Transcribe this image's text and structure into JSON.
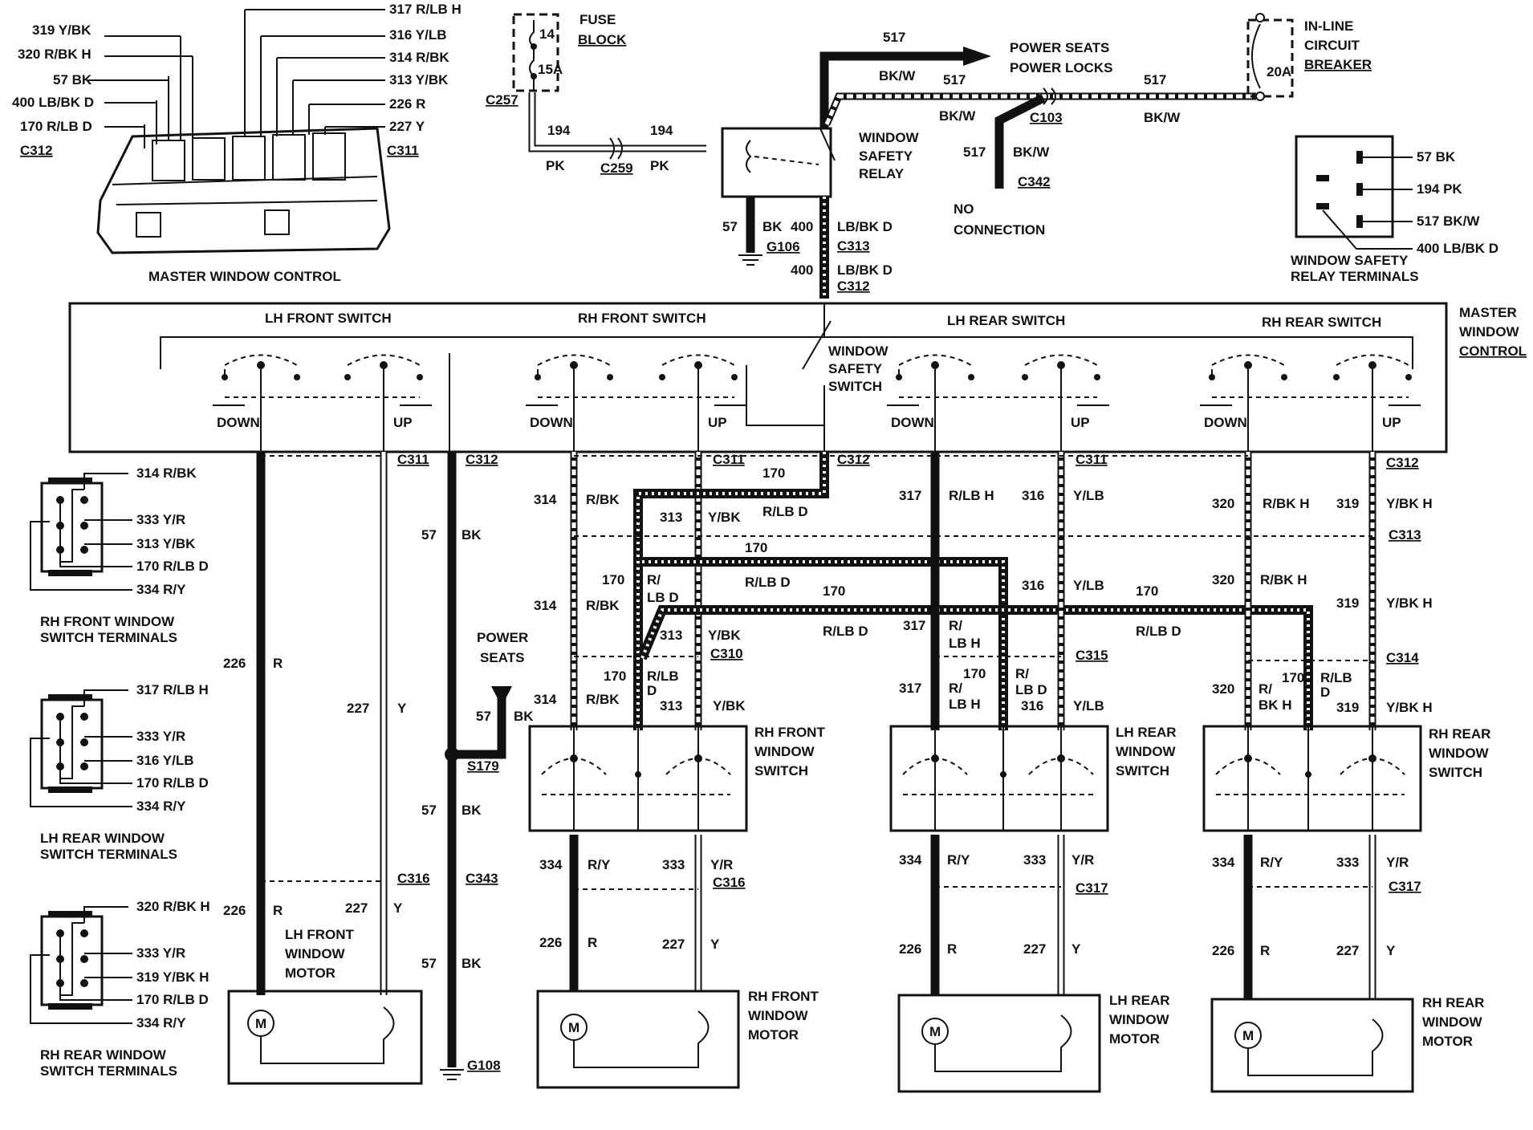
{
  "master_window_control": {
    "title": "MASTER WINDOW CONTROL",
    "left_labels": [
      "319 Y/BK",
      "320 R/BK H",
      "57 BK",
      "400 LB/BK D",
      "170 R/LB D",
      "C312"
    ],
    "right_labels": [
      "317 R/LB H",
      "316 Y/LB",
      "314 R/BK",
      "313 Y/BK",
      "226 R",
      "227 Y",
      "C311"
    ]
  },
  "fuse_block": {
    "title_line1": "FUSE",
    "title_line2": "BLOCK",
    "fuse_number": "14",
    "fuse_rating": "15A",
    "connector": "C257"
  },
  "top_wiring": {
    "c257_circuit": "194",
    "c257_color": "PK",
    "c259": "C259",
    "c259_circuit": "194",
    "c259_color": "PK",
    "relay_line1": "WINDOW",
    "relay_line2": "SAFETY",
    "relay_line3": "RELAY",
    "circuit_517a": "517",
    "bkw_a": "BK/W",
    "power_seats": "POWER SEATS",
    "power_locks": "POWER LOCKS",
    "circuit_517b": "517",
    "bkw_b": "BK/W",
    "c103": "C103",
    "circuit_517c": "517",
    "bkw_c": "BK/W",
    "circuit_517d": "517",
    "bkw_d": "BK/W",
    "c342": "C342",
    "no_connection_1": "NO",
    "no_connection_2": "CONNECTION",
    "ground_circuit": "57",
    "ground_color": "BK",
    "g106": "G106",
    "c313_circuit": "400",
    "c313_color": "LB/BK D",
    "c313": "C313",
    "c312_circuit": "400",
    "c312_color": "LB/BK D",
    "c312": "C312"
  },
  "circuit_breaker": {
    "line1": "IN-LINE",
    "line2": "CIRCUIT",
    "line3": "BREAKER",
    "rating": "20A"
  },
  "relay_terminals": {
    "caption_line1": "WINDOW SAFETY",
    "caption_line2": "RELAY TERMINALS",
    "labels": [
      "57 BK",
      "194 PK",
      "517 BK/W",
      "400 LB/BK D"
    ]
  },
  "master_box": {
    "lh_front": "LH FRONT SWITCH",
    "rh_front": "RH FRONT SWITCH",
    "lh_rear": "LH REAR SWITCH",
    "rh_rear": "RH REAR SWITCH",
    "safety_line1": "WINDOW",
    "safety_line2": "SAFETY",
    "safety_line3": "SWITCH",
    "title_line1": "MASTER",
    "title_line2": "WINDOW",
    "title_line3": "CONTROL",
    "down": "DOWN",
    "up": "UP"
  },
  "connectors": {
    "c311": "C311",
    "c312": "C312",
    "c313": "C313",
    "c310": "C310",
    "c315": "C315",
    "c314": "C314",
    "c316": "C316",
    "c317": "C317",
    "c343": "C343",
    "s179": "S179",
    "g108": "G108"
  },
  "wires": {
    "w226": "226",
    "r": "R",
    "w227": "227",
    "y": "Y",
    "w57": "57",
    "bk": "BK",
    "w314": "314",
    "rbk": "R/BK",
    "w313": "313",
    "ybk": "Y/BK",
    "w170": "170",
    "rlbd": "R/LB D",
    "r_slash": "R/",
    "lb_d": "LB D",
    "lb_h": "LB H",
    "w317": "317",
    "rlbh": "R/LB H",
    "w316": "316",
    "ylb": "Y/LB",
    "w320": "320",
    "rbkh": "R/BK H",
    "w319": "319",
    "ybkh": "Y/BK H",
    "bk_h": "BK H",
    "rlb": "R/LB",
    "d": "D",
    "w334": "334",
    "ry": "R/Y",
    "w333": "333",
    "yr": "Y/R",
    "power_seats_1": "POWER",
    "power_seats_2": "SEATS"
  },
  "switches": {
    "rh_front": [
      "RH FRONT",
      "WINDOW",
      "SWITCH"
    ],
    "lh_rear": [
      "LH REAR",
      "WINDOW",
      "SWITCH"
    ],
    "rh_rear": [
      "RH REAR",
      "WINDOW",
      "SWITCH"
    ]
  },
  "motors": {
    "lh_front": [
      "LH FRONT",
      "WINDOW",
      "MOTOR"
    ],
    "rh_front": [
      "RH FRONT",
      "WINDOW",
      "MOTOR"
    ],
    "lh_rear": [
      "LH REAR",
      "WINDOW",
      "MOTOR"
    ],
    "rh_rear": [
      "RH REAR",
      "WINDOW",
      "MOTOR"
    ],
    "m": "M"
  },
  "terminal_legends": {
    "rh_front": {
      "labels": [
        "314 R/BK",
        "333 Y/R",
        "313 Y/BK",
        "170 R/LB D",
        "334 R/Y"
      ],
      "caption1": "RH FRONT WINDOW",
      "caption2": "SWITCH TERMINALS"
    },
    "lh_rear": {
      "labels": [
        "317 R/LB H",
        "333 Y/R",
        "316 Y/LB",
        "170 R/LB D",
        "334 R/Y"
      ],
      "caption1": "LH REAR WINDOW",
      "caption2": "SWITCH TERMINALS"
    },
    "rh_rear": {
      "labels": [
        "320 R/BK H",
        "333 Y/R",
        "319 Y/BK H",
        "170 R/LB D",
        "334 R/Y"
      ],
      "caption1": "RH REAR WINDOW",
      "caption2": "SWITCH TERMINALS"
    }
  }
}
